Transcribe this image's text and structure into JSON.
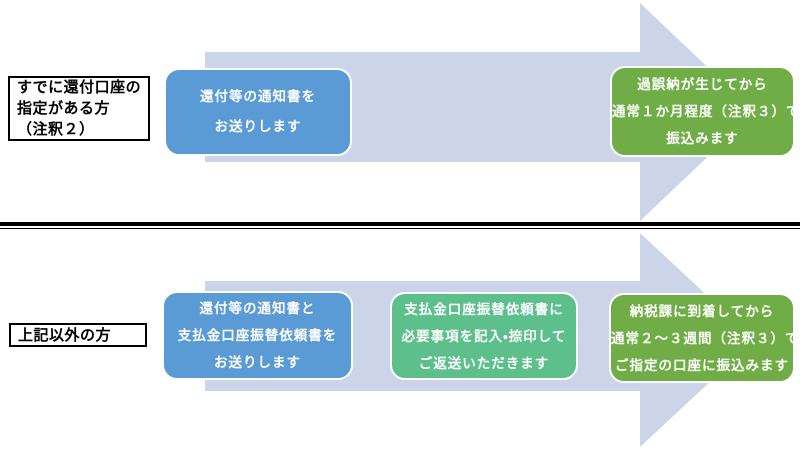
{
  "colors": {
    "arrow_fill": "#ccd5e8",
    "step_blue": "#5b9bd5",
    "step_green": "#70ad47",
    "step_mint": "#5cbf8c",
    "divider": "#000000"
  },
  "rows": [
    {
      "label": {
        "lines": [
          "すでに還付口座の",
          "指定がある方",
          "（注釈２）"
        ]
      },
      "steps": [
        {
          "type": "blue",
          "lines": [
            "還付等の通知書を",
            "お送りします"
          ]
        },
        {
          "type": "green",
          "lines": [
            "過誤納が生じてから",
            "通常１か月程度（注釈３）で",
            "振込みます"
          ]
        }
      ]
    },
    {
      "label": {
        "lines": [
          "上記以外の方"
        ]
      },
      "steps": [
        {
          "type": "blue",
          "lines": [
            "還付等の通知書と",
            "支払金口座振替依頼書を",
            "お送りします"
          ]
        },
        {
          "type": "mint",
          "lines": [
            "支払金口座振替依頼書に",
            "必要事項を記入・捺印して",
            "ご返送いただきます"
          ]
        },
        {
          "type": "green",
          "lines": [
            "納税課に到着してから",
            "通常２～３週間（注釈３）で",
            "ご指定の口座に振込みます"
          ]
        }
      ]
    }
  ]
}
